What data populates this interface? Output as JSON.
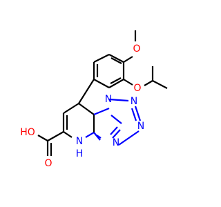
{
  "molecule": {
    "atoms": {
      "methoxy_o": "O",
      "ether_o": "O",
      "acid_oh": "HO",
      "acid_o": "O",
      "n_ring1": "N",
      "n_ring2": "N",
      "n_ring3": "N",
      "n_ring4": "N",
      "nh": "N",
      "h_label": "H"
    },
    "colors": {
      "carbon": "#000000",
      "nitrogen": "#0000ff",
      "oxygen": "#ff0000"
    }
  }
}
